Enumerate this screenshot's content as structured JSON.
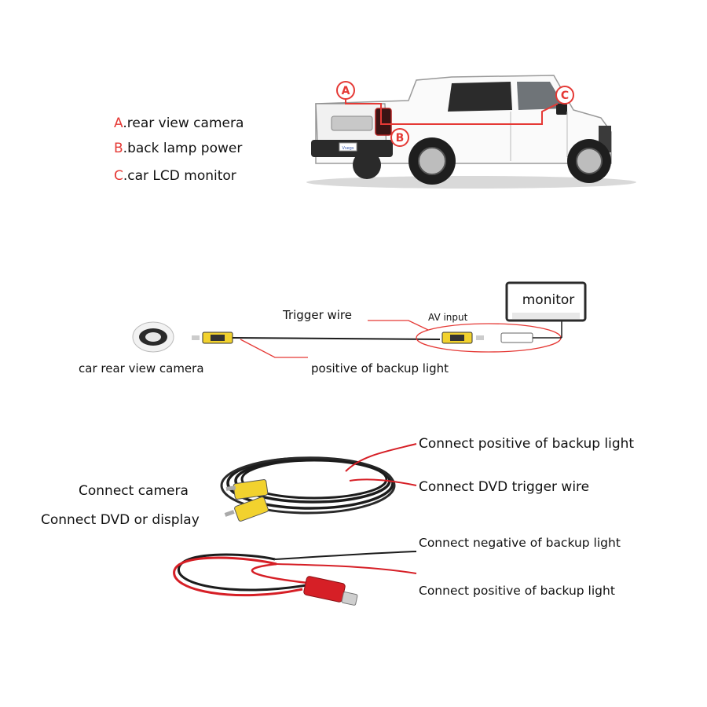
{
  "legend": {
    "items": [
      {
        "letter": "A",
        "text": ".rear view camera"
      },
      {
        "letter": "B",
        "text": ".back lamp power"
      },
      {
        "letter": "C",
        "text": ".car LCD monitor"
      }
    ]
  },
  "truck": {
    "badges": [
      "A",
      "B",
      "C"
    ],
    "plate_text": "Vsegs"
  },
  "wiring": {
    "monitor_label": "monitor",
    "trigger_wire": "Trigger wire",
    "av_input": "AV input",
    "camera_label": "car rear view camera",
    "positive_backup": "positive of backup light"
  },
  "cable1": {
    "connect_camera": "Connect camera",
    "connect_dvd_display": "Connect DVD or display",
    "connect_positive_backup": "Connect positive of backup light",
    "connect_dvd_trigger": "Connect DVD trigger wire"
  },
  "cable2": {
    "connect_negative_backup": "Connect negative of backup light",
    "connect_positive_backup": "Connect positive of backup light"
  },
  "colors": {
    "accent_red": "#e53935",
    "yellow_plug": "#f2d22e",
    "cable_black": "#1c1c1c",
    "cable_red": "#d61f26"
  }
}
